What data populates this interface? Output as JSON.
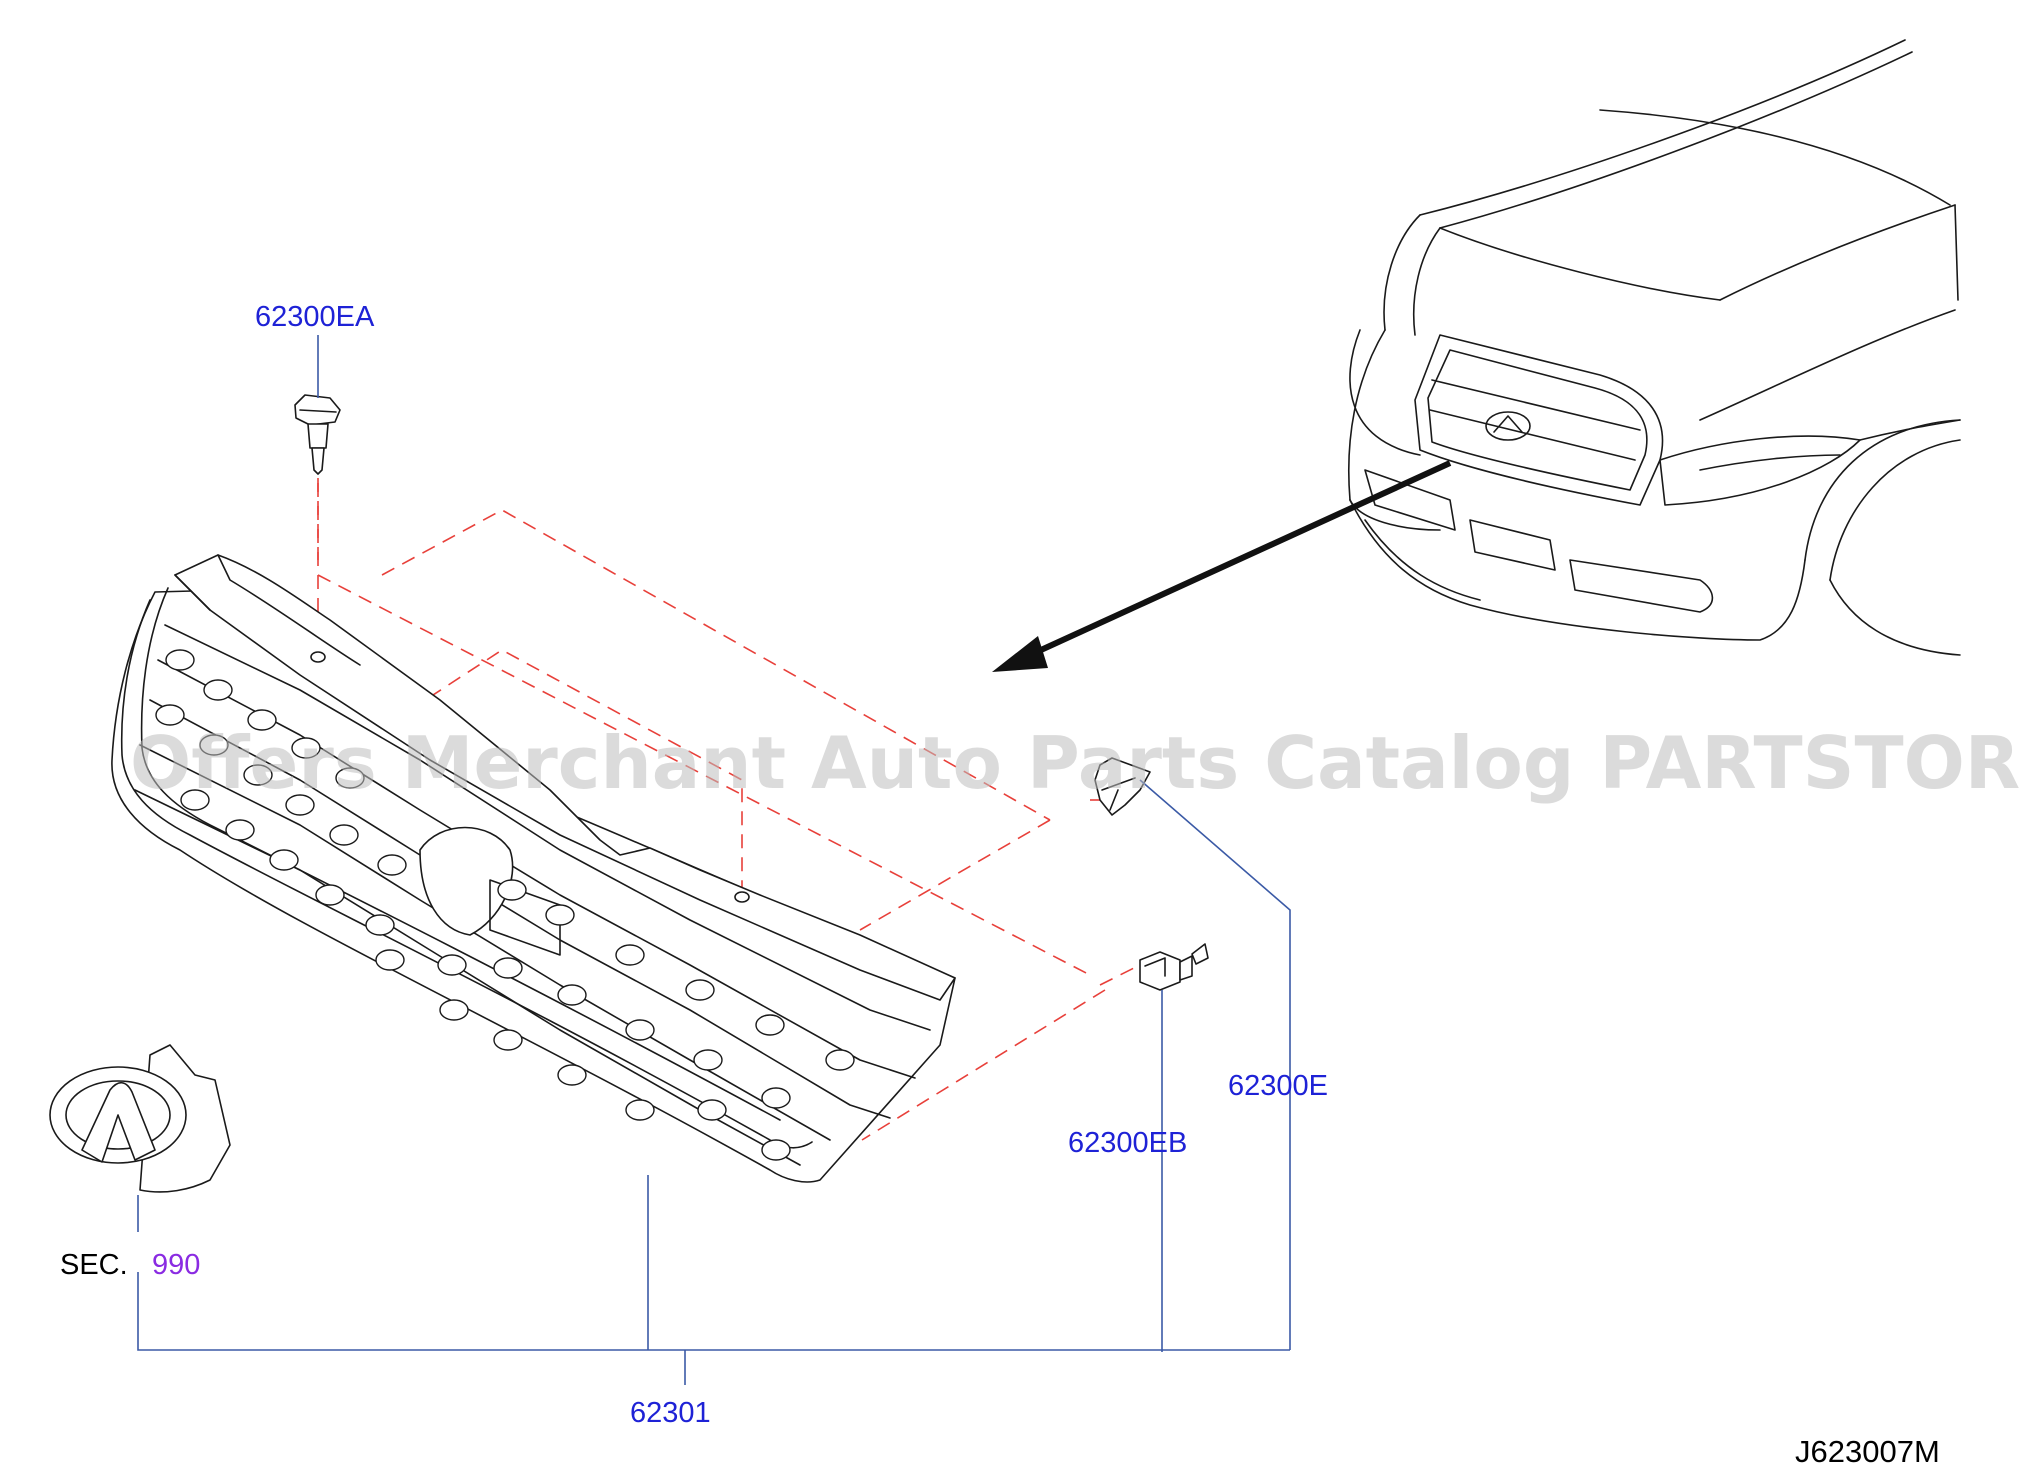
{
  "callouts": {
    "p62300EA": "62300EA",
    "p62300E": "62300E",
    "p62300EB": "62300EB",
    "p62301": "62301",
    "sec_prefix": "SEC.",
    "sec_number": "990"
  },
  "diagram_code": "J623007M",
  "watermark": "Offers Merchant Auto Parts Catalog PARTSTORE.SA",
  "colors": {
    "part_label": "#1e22d6",
    "section_number": "#8a2be2",
    "leader_line": "#3b5aa6",
    "dashed_guide": "#e8403a",
    "drawing": "#1a1a1a"
  },
  "icons": [
    "car-front-view",
    "grille-assembly",
    "clip-fastener",
    "emblem"
  ]
}
